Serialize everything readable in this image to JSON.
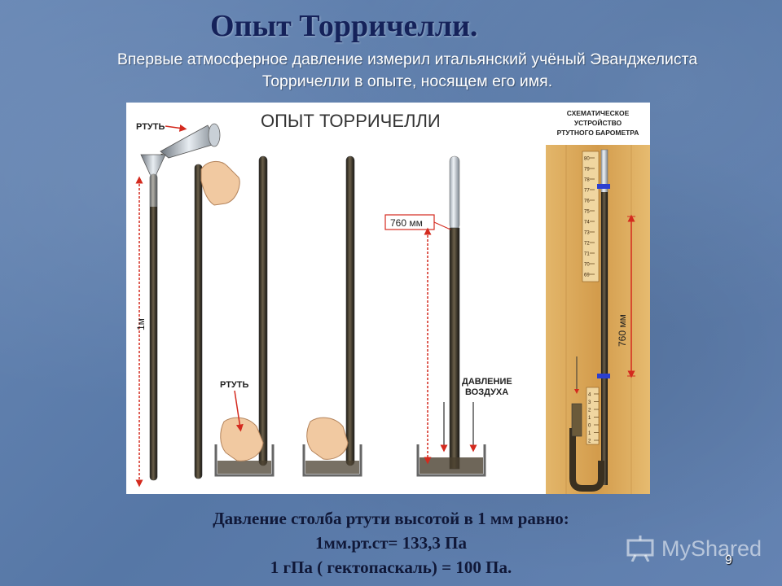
{
  "slide": {
    "title": "Опыт Торричелли.",
    "subtitle_lines": [
      "Впервые атмосферное давление измерил итальянский учёный Эванджелиста",
      "Торричелли в опыте, носящем его имя."
    ],
    "page_number": "9"
  },
  "figure": {
    "heading": "ОПЫТ ТОРРИЧЕЛЛИ",
    "label_mercury_top": "РТУТЬ",
    "label_one_meter": "1м",
    "label_mercury_bottom": "РТУТЬ",
    "label_760_box": "760 мм",
    "label_air_pressure_line1": "ДАВЛЕНИЕ",
    "label_air_pressure_line2": "ВОЗДУХА",
    "barometer_title_lines": [
      "СХЕМАТИЧЕСКОЕ",
      "УСТРОЙСТВО",
      "РТУТНОГО БАРОМЕТРА"
    ],
    "label_760_vertical": "760 мм",
    "scale_numbers_top": [
      "80",
      "79",
      "78",
      "77",
      "76",
      "75",
      "74",
      "73",
      "72",
      "71",
      "70",
      "69"
    ],
    "scale_numbers_bottom": [
      "4",
      "3",
      "2",
      "1",
      "0",
      "1",
      "2"
    ]
  },
  "caption": {
    "line1": "Давление столба ртути высотой в 1 мм равно:",
    "line2": "1мм.рт.ст= 133,3 Па",
    "line3": "1 гПа ( гектопаскаль) = 100 Па."
  },
  "watermark": {
    "text": "MyShared"
  },
  "colors": {
    "title": "#15225a",
    "arrow_red": "#d42a1e",
    "mercury": "#3a3020",
    "wood": "#d9a95b",
    "blue_marker": "#2b3fd0"
  }
}
